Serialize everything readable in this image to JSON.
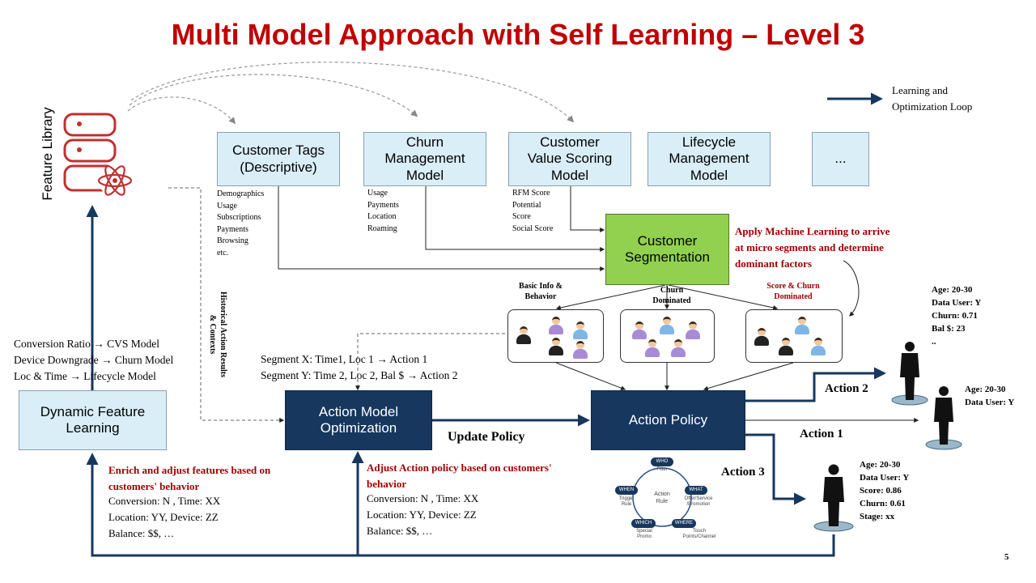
{
  "title": "Multi Model Approach with Self Learning – Level 3",
  "legend": {
    "label": "Learning and\nOptimization Loop"
  },
  "feature_library": {
    "label": "Feature Library"
  },
  "models": [
    {
      "label": "Customer Tags\n(Descriptive)",
      "details": "Demographics\nUsage\nSubscriptions\nPayments\nBrowsing\netc."
    },
    {
      "label": "Churn\nManagement\nModel",
      "details": "Usage\nPayments\nLocation\nRoaming"
    },
    {
      "label": "Customer\nValue Scoring\nModel",
      "details": "RFM Score\nPotential\nScore\nSocial Score"
    },
    {
      "label": "Lifecycle\nManagement\nModel"
    },
    {
      "label": "..."
    }
  ],
  "segmentation": {
    "label": "Customer\nSegmentation",
    "note": "Apply Machine Learning to arrive\nat micro segments and determine\ndominant factors"
  },
  "segment_groups": [
    {
      "label": "Basic Info &\nBehavior"
    },
    {
      "label": "Churn\nDominated"
    },
    {
      "label": "Score & Churn\nDominated"
    }
  ],
  "historical_label": "Historical Action Results\n& Contexts",
  "mappings": "Conversion Ratio → CVS Model\nDevice Downgrade → Churn Model\nLoc & Time → Lifecycle Model",
  "segment_rules": "Segment X: Time1, Loc 1 → Action 1\nSegment Y: Time 2, Loc 2, Bal $ → Action 2",
  "dfl": {
    "label": "Dynamic Feature\nLearning"
  },
  "amo": {
    "label": "Action Model\nOptimization"
  },
  "policy": {
    "label": "Action Policy"
  },
  "update_policy": "Update Policy",
  "enrich": {
    "heading": "Enrich and adjust features based on\ncustomers' behavior",
    "body": "Conversion: N , Time: XX\nLocation: YY, Device: ZZ\nBalance: $$, …"
  },
  "adjust": {
    "heading": "Adjust Action policy based on customers'\nbehavior",
    "body": "Conversion: N , Time: XX\nLocation: YY, Device: ZZ\nBalance: $$, …"
  },
  "actions": {
    "a1": "Action 1",
    "a2": "Action 2",
    "a3": "Action 3"
  },
  "customers": [
    {
      "info": "Age: 20-30\nData User: Y\nChurn: 0.71\nBal $: 23\n.."
    },
    {
      "info": "Age: 20-30\nData User: Y"
    },
    {
      "info": "Age: 20-30\nData User: Y\nScore: 0.86\nChurn: 0.61\nStage: xx"
    }
  ],
  "action_rule": {
    "center": "Action\nRule",
    "nodes": [
      {
        "tag": "WHO",
        "text": "Filter"
      },
      {
        "tag": "WHAT",
        "text": "Offer/Service\n/Promotion"
      },
      {
        "tag": "WHERE",
        "text": "Touch\nPoints/Channel"
      },
      {
        "tag": "WHICH",
        "text": "Special\nPromo"
      },
      {
        "tag": "WHEN",
        "text": "Trigger\nRule"
      }
    ]
  },
  "page_number": "5",
  "colors": {
    "title": "#c00000",
    "navy": "#17375e",
    "light_blue": "#d9eef6",
    "green": "#92d050",
    "red_note": "#a00000"
  }
}
